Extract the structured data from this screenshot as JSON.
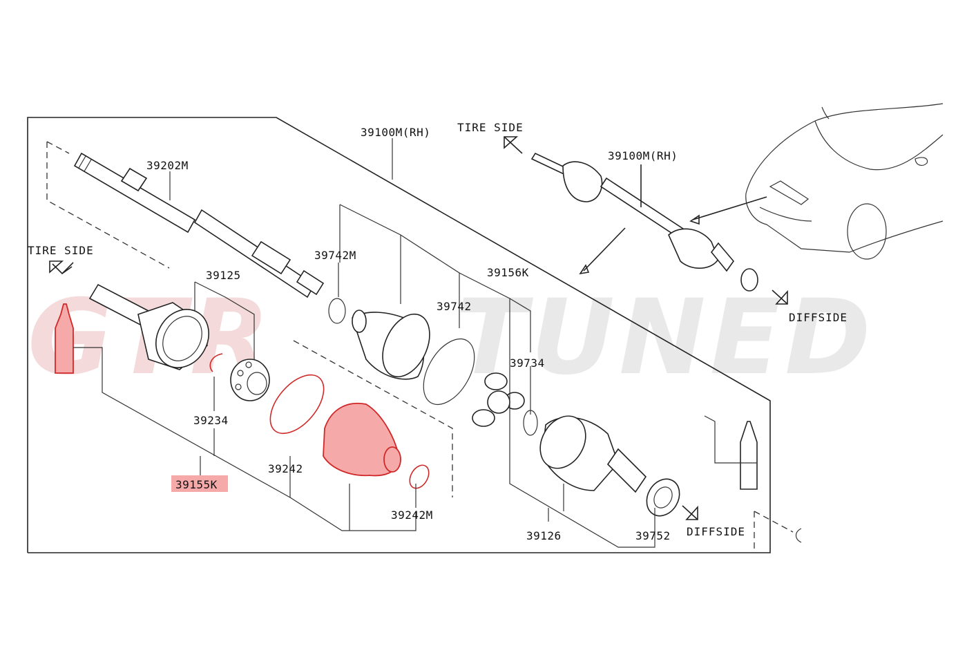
{
  "watermark": {
    "left": "GTR",
    "right": "TUNED"
  },
  "side_labels": {
    "tire_side_top": "TIRE SIDE",
    "tire_side_left": "TIRE SIDE",
    "diff_side_top": "DIFFSIDE",
    "diff_side_bottom": "DIFFSIDE"
  },
  "parts": {
    "assembly": "39100M(RH)",
    "assembly_inset": "39100M(RH)",
    "shaft": "39202M",
    "outer_joint": "39125",
    "boot_band_small": "39742M",
    "boot_outer": "39742",
    "kit": "39156K",
    "snap_ring": "39734",
    "circlip": "39234",
    "repair_kit": "39155K",
    "boot_band": "39242",
    "boot_band_clamp": "39242M",
    "inner_housing": "39126",
    "seal": "39752"
  },
  "highlight_color": "#f6a9a9"
}
